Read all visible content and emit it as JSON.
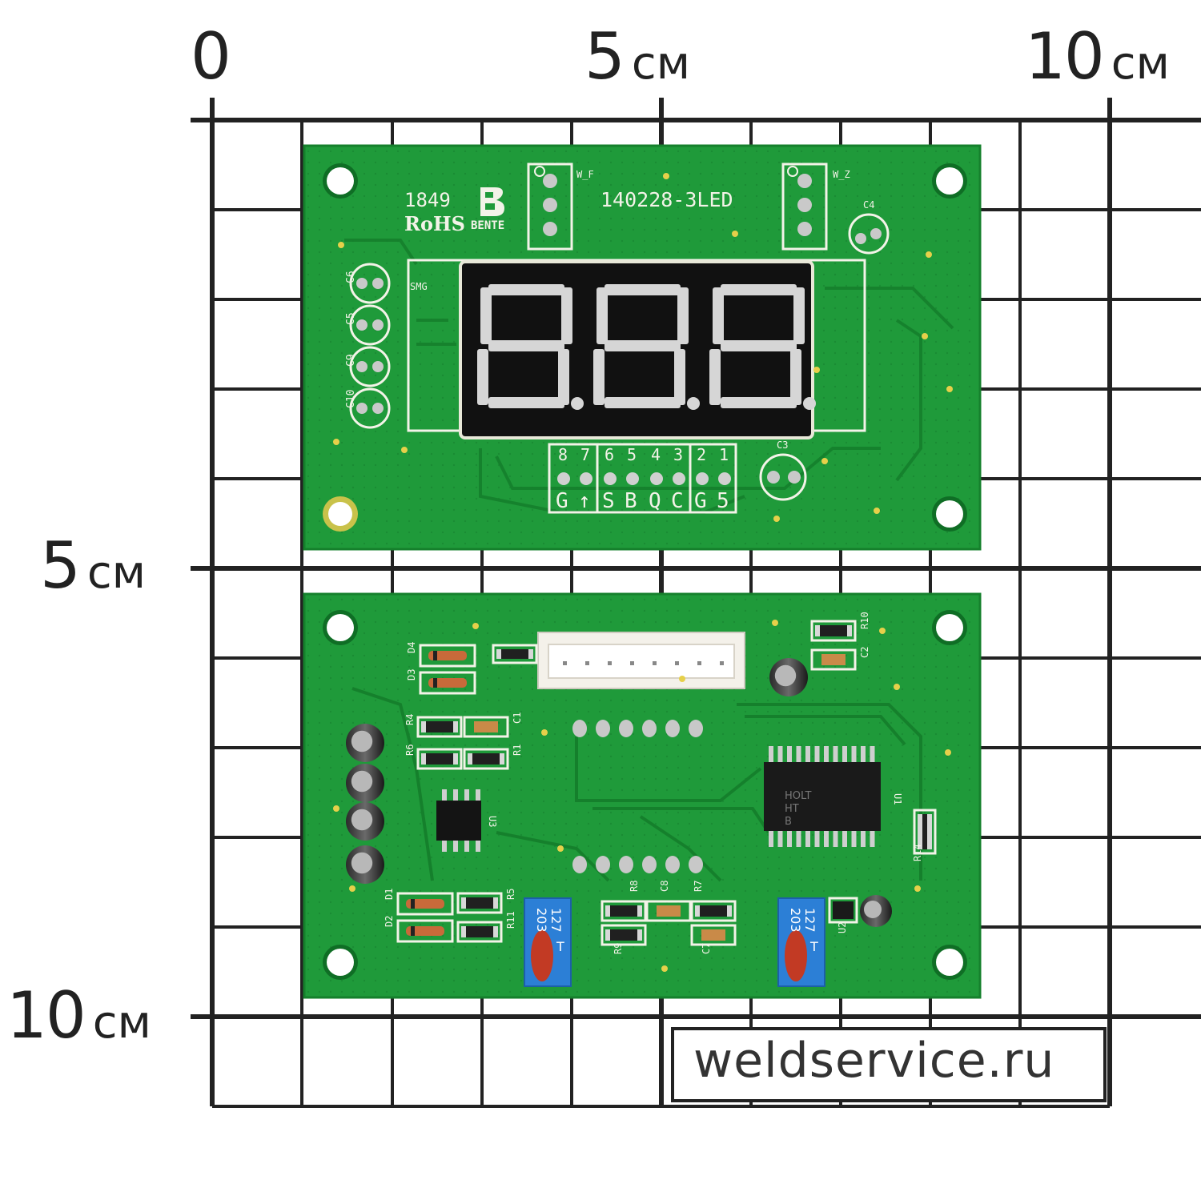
{
  "ruler": {
    "x0": "0",
    "x5_num": "5",
    "x5_unit": "см",
    "x10_num": "10",
    "x10_unit": "см",
    "y5_num": "5",
    "y5_unit": "см",
    "y10_num": "10",
    "y10_unit": "см"
  },
  "watermark": "weldservice.ru",
  "front_board": {
    "model": "140228-3LED",
    "rohs": "RoHS",
    "brand": "BENTE",
    "date_code": "1849",
    "smg_label": "SMG",
    "wf_label": "W_F",
    "wz_label": "W_Z",
    "c3": "C3",
    "c4": "C4",
    "cap_labels": [
      "C6",
      "C5",
      "C9",
      "C10"
    ],
    "pin_numbers": [
      "8",
      "7",
      "6",
      "5",
      "4",
      "3",
      "2",
      "1"
    ],
    "pin_letters": [
      "G",
      "↑",
      "S",
      "B",
      "Q",
      "C",
      "G",
      "5"
    ]
  },
  "back_board": {
    "labels": {
      "d4": "D4",
      "d3": "D3",
      "d1": "D1",
      "d2": "D2",
      "r4": "R4",
      "r6": "R6",
      "c1": "C1",
      "r1": "R1",
      "r5": "R5",
      "r11": "R11",
      "r8": "R8",
      "c8": "C8",
      "r7": "R7",
      "r9": "R9",
      "c7": "C7",
      "r10": "R10",
      "c2": "C2",
      "u1": "U1",
      "u2": "U2",
      "u3": "U3",
      "r14": "R14"
    },
    "ic_text": [
      "HOLT",
      "HT",
      "B"
    ],
    "trimmer_text": [
      "127",
      "203",
      "T"
    ]
  },
  "colors": {
    "pcb": "#1f9a3a",
    "pcb_dark": "#15802c",
    "silkscreen": "#f3f3e8",
    "grid": "#222222",
    "display_bg": "#111111",
    "segment": "#d6d6d6",
    "trimmer": "#2c7fd6",
    "trimmer_knob": "#c23a24"
  }
}
